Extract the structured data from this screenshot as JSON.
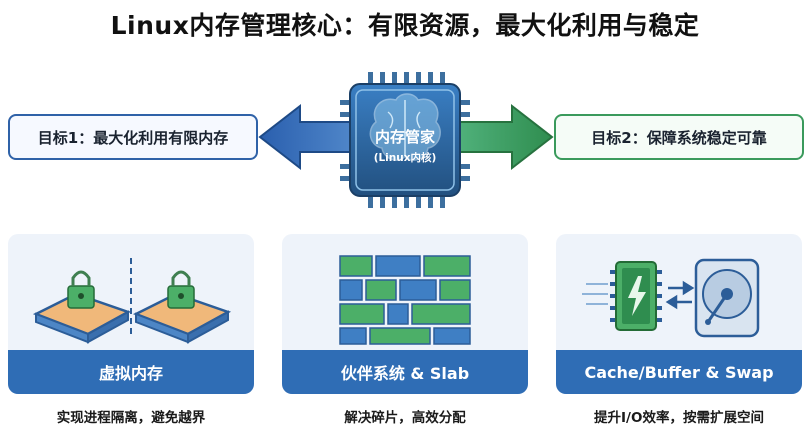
{
  "title": "Linux内存管理核心：有限资源，最大化利用与稳定",
  "goals": {
    "left": "目标1：最大化利用有限内存",
    "right": "目标2：保障系统稳定可靠"
  },
  "center": {
    "label": "内存管家",
    "sub": "(Linux内核)",
    "icon": "brain-chip-icon"
  },
  "cards": [
    {
      "band": "虚拟内存",
      "caption": "实现进程隔离，避免越界",
      "icon": "locked-boxes-icon"
    },
    {
      "band": "伙伴系统 & Slab",
      "caption": "解决碎片，高效分配",
      "icon": "memory-blocks-icon"
    },
    {
      "band": "Cache/Buffer & Swap",
      "caption": "提升I/O效率，按需扩展空间",
      "icon": "ram-disk-icon"
    }
  ],
  "colors": {
    "blue": "#2f6db5",
    "green": "#3a9a5c",
    "chip": "#2a5c8f"
  }
}
